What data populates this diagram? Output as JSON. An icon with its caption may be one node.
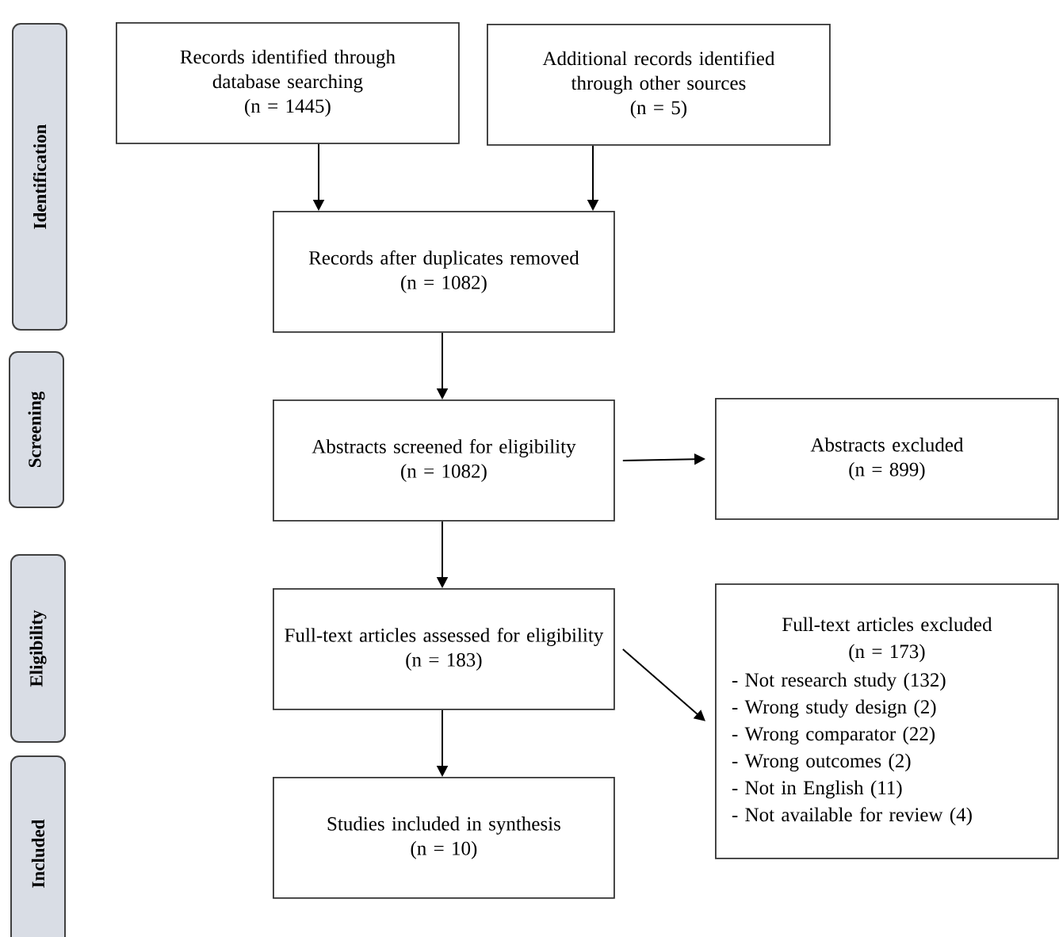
{
  "diagram": {
    "nodes": [
      {
        "text": [
          "Identification"
        ]
      },
      {
        "text": [
          "Screening"
        ]
      },
      {
        "text": [
          "Eligibility"
        ]
      },
      {
        "text": [
          "Included"
        ]
      },
      {
        "text": [
          "Records identified through database searching",
          "(n = 1445)"
        ]
      },
      {
        "text": [
          "Additional records identified through other sources",
          "(n = 5)"
        ]
      },
      {
        "text": [
          "Records after duplicates removed",
          "(n = 1082)"
        ]
      },
      {
        "text": [
          "Abstracts screened for eligibility",
          "(n = 1082)"
        ]
      },
      {
        "text": [
          "Abstracts excluded",
          "(n = 899)"
        ]
      },
      {
        "text": [
          "Full-text articles assessed for eligibility",
          "(n = 183)"
        ]
      },
      {
        "text": [
          "Full-text articles excluded",
          "(n = 173)",
          "- Not research study (132)",
          "- Wrong study design (2)",
          "- Wrong comparator (22)",
          "- Wrong outcomes (2)",
          "- Not in English (11)",
          "- Not available for review (4)"
        ]
      },
      {
        "text": [
          "Studies included in synthesis",
          "(n = 10)"
        ]
      }
    ],
    "edges": [
      {
        "from": 4,
        "to": 6,
        "arrow": "to"
      },
      {
        "from": 5,
        "to": 6,
        "arrow": "to"
      },
      {
        "from": 6,
        "to": 7,
        "arrow": "to"
      },
      {
        "from": 7,
        "to": 8,
        "arrow": "to"
      },
      {
        "from": 7,
        "to": 9,
        "arrow": "to"
      },
      {
        "from": 9,
        "to": 10,
        "arrow": "to"
      },
      {
        "from": 9,
        "to": 11,
        "arrow": "to"
      }
    ]
  }
}
